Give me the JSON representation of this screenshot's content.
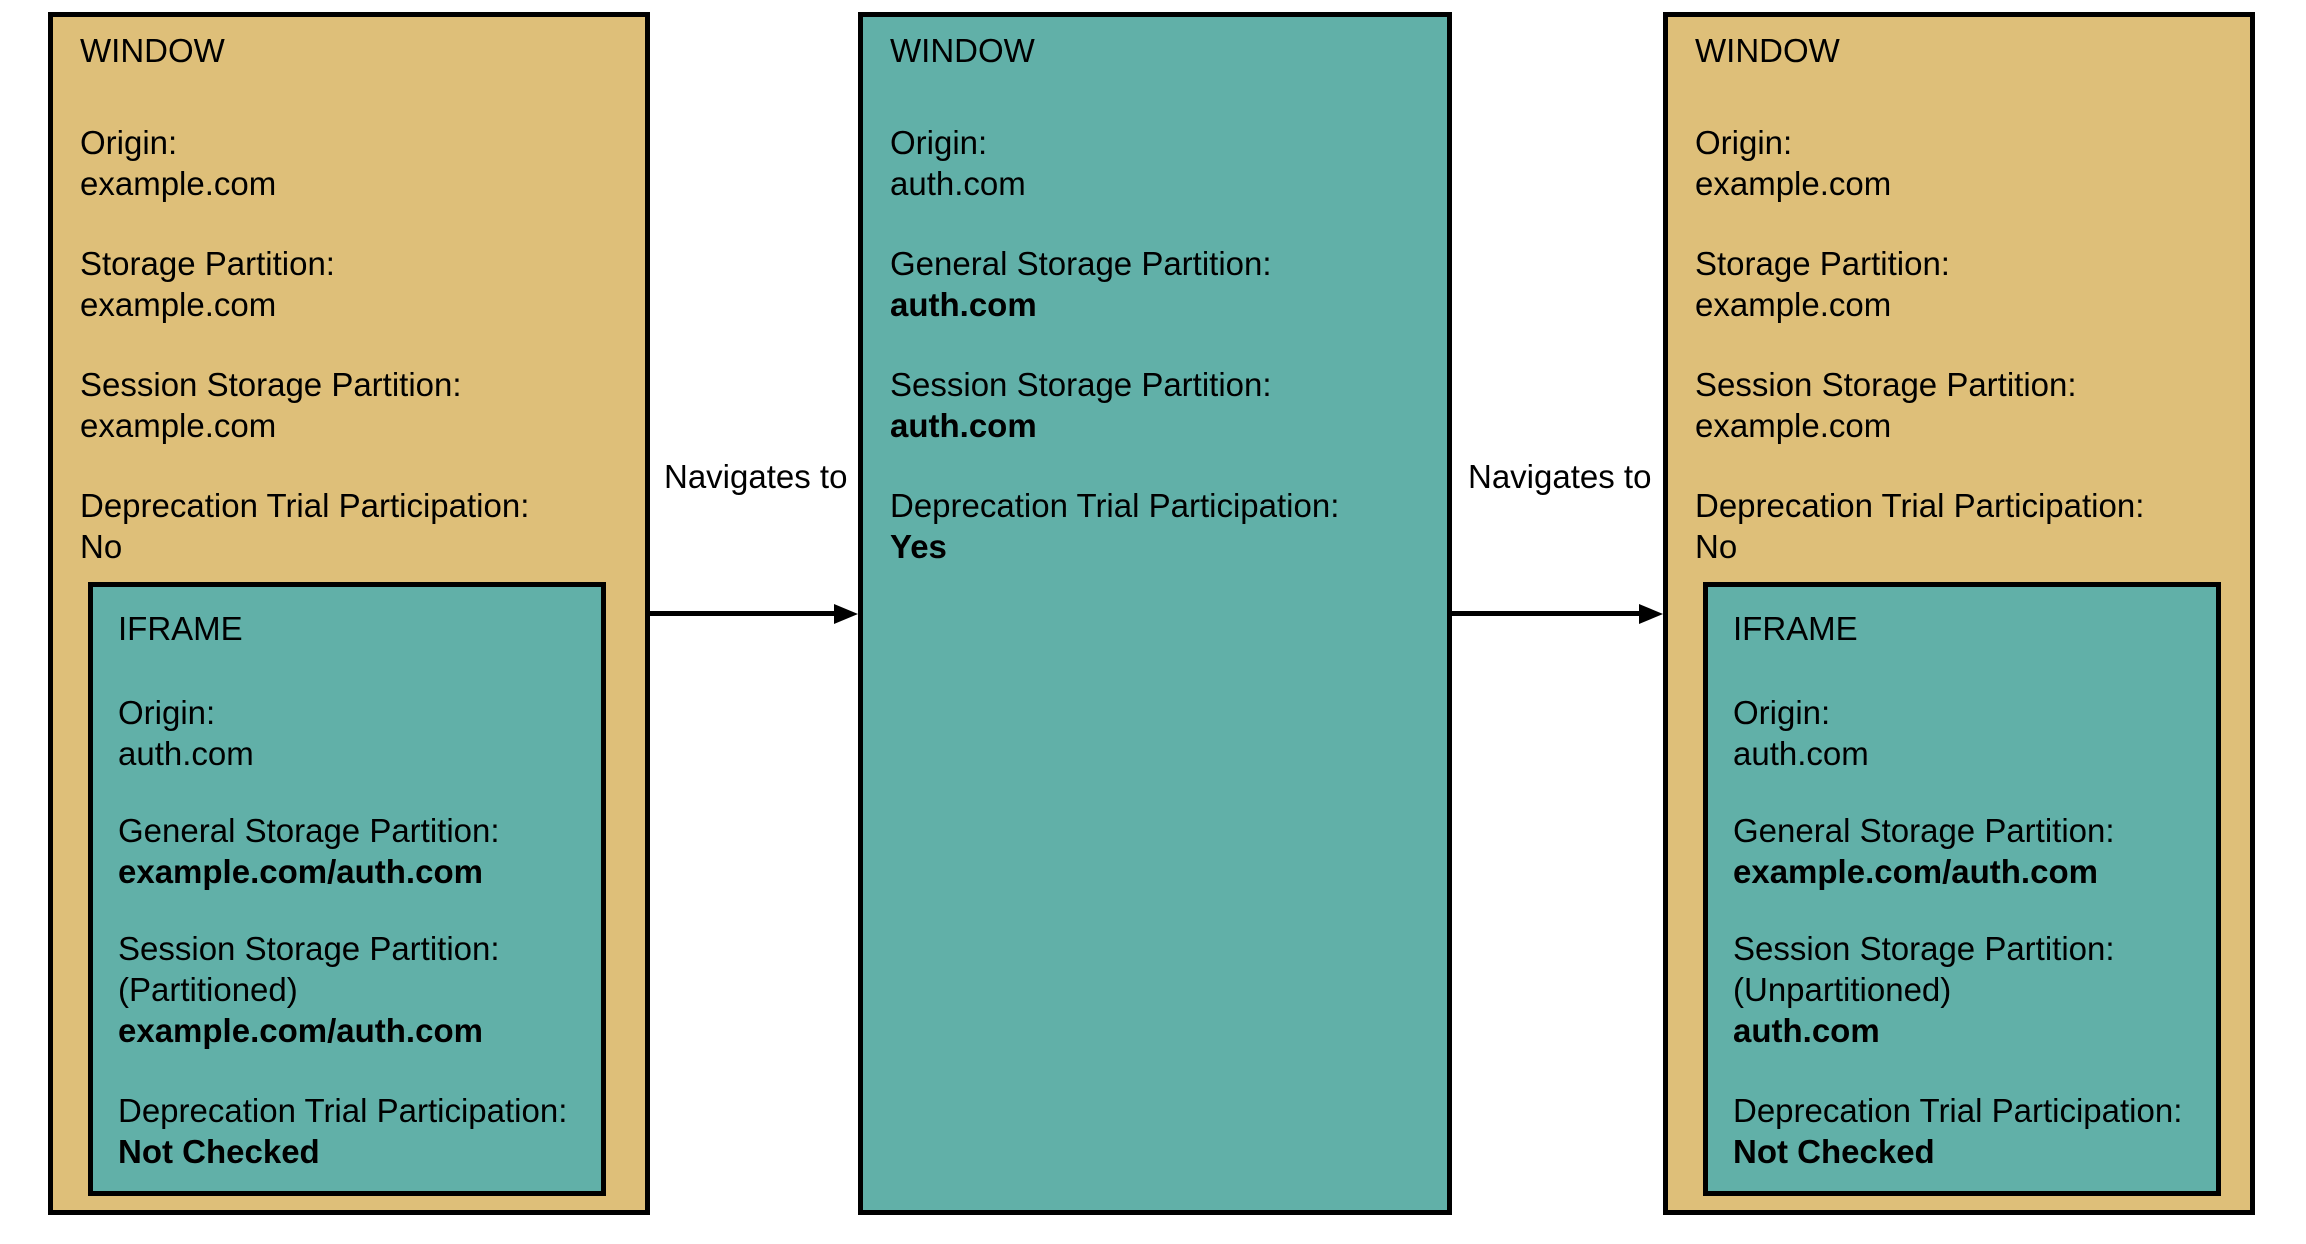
{
  "colors": {
    "window_tan": "#DEBF79",
    "window_teal": "#61B0A8",
    "iframe_teal": "#61B0A8",
    "stroke": "#000000",
    "background": "#FFFFFF"
  },
  "panels": [
    {
      "id": "panel-1",
      "box_title": "WINDOW",
      "fill": "tan",
      "fields": [
        {
          "label": "Origin:",
          "value": "example.com",
          "bold": false
        },
        {
          "label": "Storage Partition:",
          "value": "example.com",
          "bold": false
        },
        {
          "label": "Session Storage Partition:",
          "value": "example.com",
          "bold": false
        },
        {
          "label": "Deprecation Trial Participation:",
          "value": "No",
          "bold": false
        }
      ],
      "iframe": {
        "box_title": "IFRAME",
        "fill": "teal",
        "fields": [
          {
            "label": "Origin:",
            "value": "auth.com",
            "bold": false
          },
          {
            "label": "General Storage Partition:",
            "value": "example.com/auth.com",
            "bold": true
          },
          {
            "label": "Session Storage Partition:",
            "label2": "(Partitioned)",
            "value": "example.com/auth.com",
            "bold": true
          },
          {
            "label": "Deprecation Trial Participation:",
            "value": "Not Checked",
            "bold": true
          }
        ]
      }
    },
    {
      "id": "panel-2",
      "box_title": "WINDOW",
      "fill": "teal",
      "fields": [
        {
          "label": "Origin:",
          "value": "auth.com",
          "bold": false
        },
        {
          "label": "General Storage Partition:",
          "value": "auth.com",
          "bold": true
        },
        {
          "label": "Session Storage Partition:",
          "value": "auth.com",
          "bold": true
        },
        {
          "label": "Deprecation Trial Participation:",
          "value": "Yes",
          "bold": true
        }
      ],
      "iframe": null
    },
    {
      "id": "panel-3",
      "box_title": "WINDOW",
      "fill": "tan",
      "fields": [
        {
          "label": "Origin:",
          "value": "example.com",
          "bold": false
        },
        {
          "label": "Storage Partition:",
          "value": "example.com",
          "bold": false
        },
        {
          "label": "Session Storage Partition:",
          "value": "example.com",
          "bold": false
        },
        {
          "label": "Deprecation Trial Participation:",
          "value": "No",
          "bold": false
        }
      ],
      "iframe": {
        "box_title": "IFRAME",
        "fill": "teal",
        "fields": [
          {
            "label": "Origin:",
            "value": "auth.com",
            "bold": false
          },
          {
            "label": "General Storage Partition:",
            "value": "example.com/auth.com",
            "bold": true
          },
          {
            "label": "Session Storage Partition:",
            "label2": "(Unpartitioned)",
            "value": "auth.com",
            "bold": true
          },
          {
            "label": "Deprecation Trial Participation:",
            "value": "Not Checked",
            "bold": true
          }
        ]
      }
    }
  ],
  "arrows": [
    {
      "id": "arrow-1",
      "label": "Navigates to"
    },
    {
      "id": "arrow-2",
      "label": "Navigates to"
    }
  ]
}
